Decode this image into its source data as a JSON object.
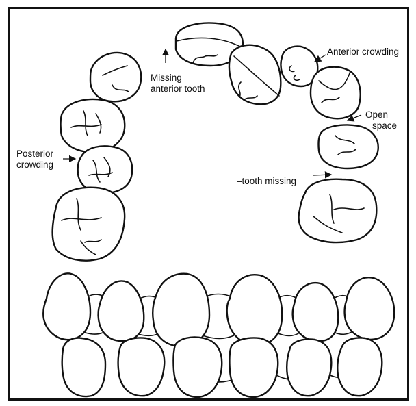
{
  "labels": {
    "missing_anterior": [
      "Missing",
      "anterior tooth"
    ],
    "anterior_crowding": "Anterior crowding",
    "open_space": [
      "Open",
      "space"
    ],
    "posterior_crowding": [
      "Posterior",
      "crowding"
    ],
    "tooth_missing": "–tooth missing"
  }
}
